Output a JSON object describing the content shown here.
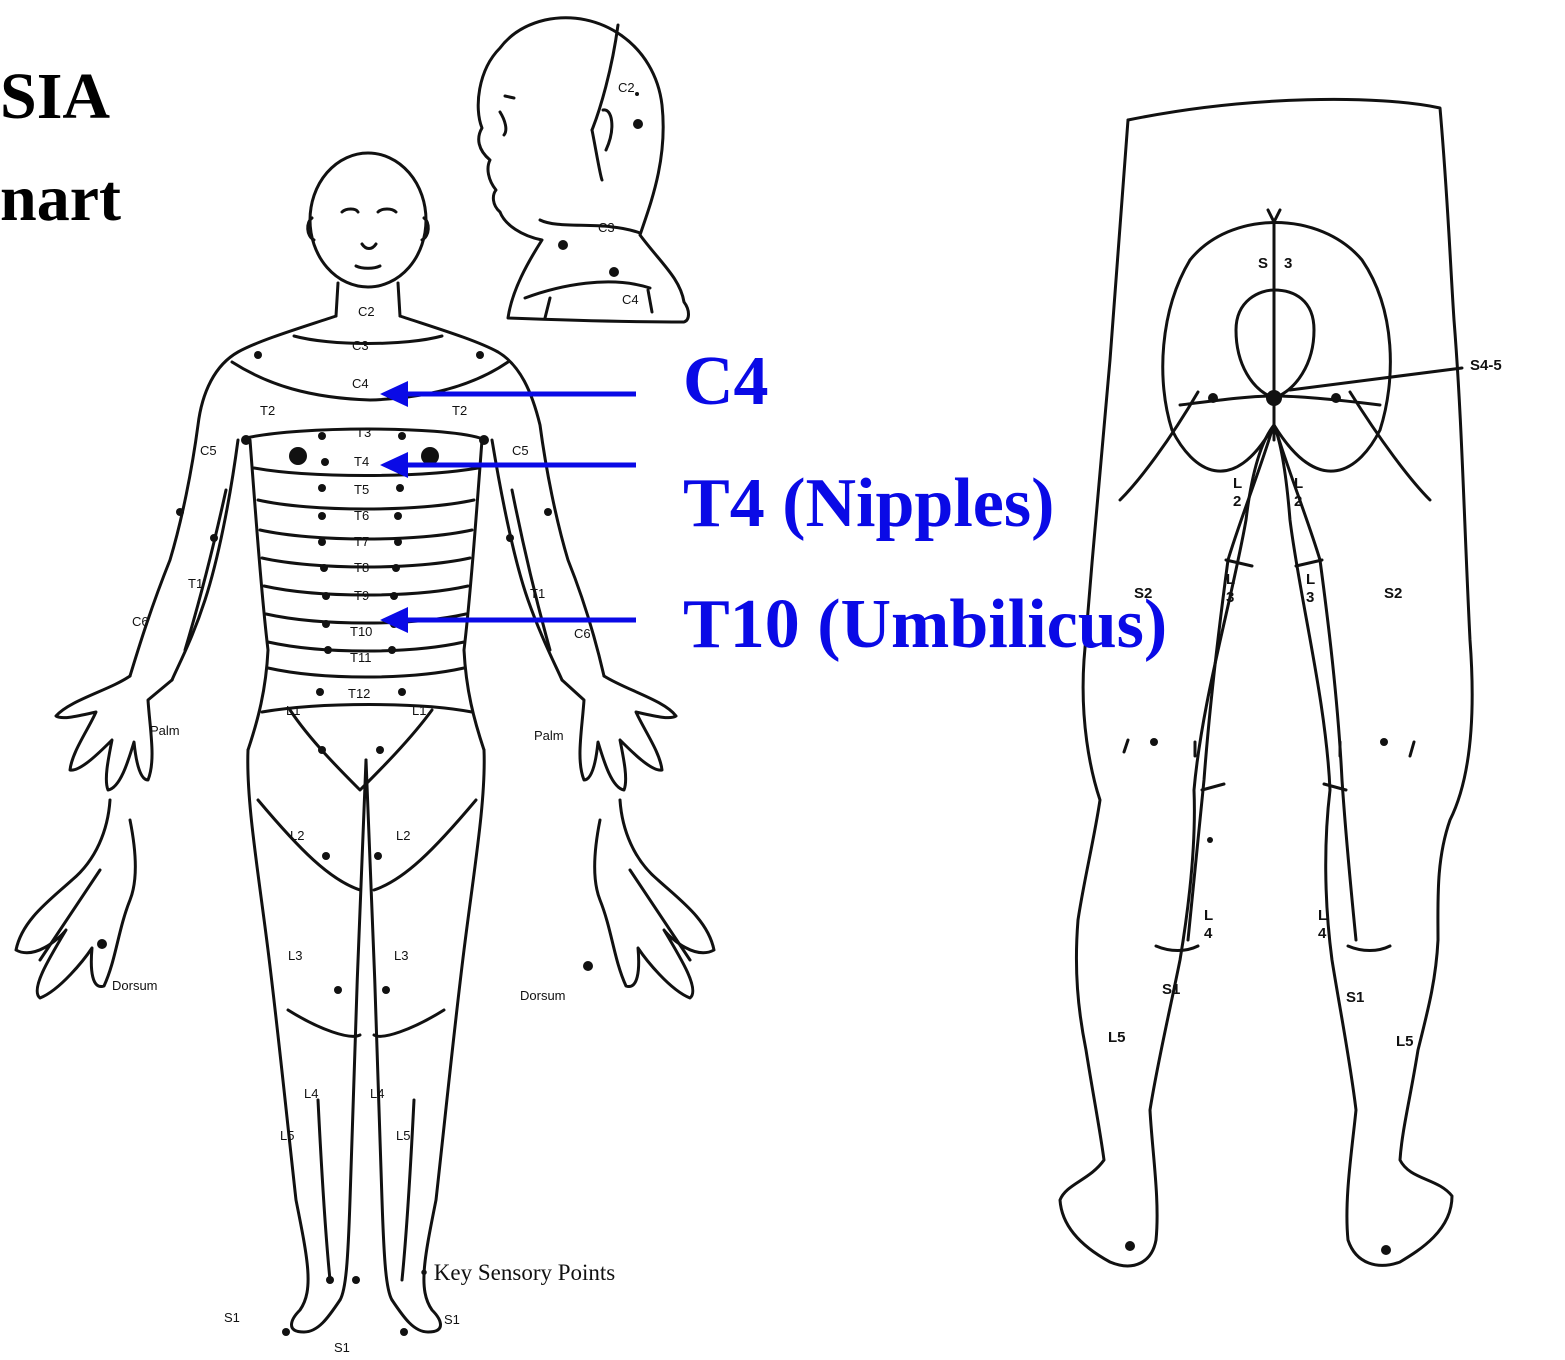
{
  "title": {
    "line1": "SIA",
    "line2": "nart"
  },
  "callouts": {
    "c4": "C4",
    "t4": "T4 (Nipples)",
    "t10": "T10 (Umbilicus)",
    "arrow_color": "#0a0ae6"
  },
  "front_body": {
    "neck_labels": {
      "c2": "C2",
      "c3": "C3",
      "c4": "C4"
    },
    "trunk_labels": [
      "T3",
      "T4",
      "T5",
      "T6",
      "T7",
      "T8",
      "T9",
      "T10",
      "T11",
      "T12"
    ],
    "upper_labels": {
      "t2_left": "T2",
      "t2_right": "T2",
      "c5_left": "C5",
      "c5_right": "C5"
    },
    "arm_labels": {
      "t1_left": "T1",
      "t1_right": "T1",
      "c6_left": "C6",
      "c6_right": "C6",
      "palm_left": "Palm",
      "palm_right": "Palm"
    },
    "hand_labels": {
      "dorsum_left": "Dorsum",
      "dorsum_right": "Dorsum"
    },
    "leg_labels": {
      "l1_left": "L1",
      "l1_right": "L1",
      "l2_left": "L2",
      "l2_right": "L2",
      "l3_left": "L3",
      "l3_right": "L3",
      "l4_left": "L4",
      "l4_right": "L4",
      "l5_left": "L5",
      "l5_right": "L5",
      "s1_left": "S1",
      "s1_right": "S1",
      "s1_center": "S1"
    },
    "legend": "• Key Sensory Points"
  },
  "head_profile": {
    "labels": {
      "c2": "C2",
      "c3": "C3",
      "c4": "C4"
    }
  },
  "back_legs": {
    "labels": {
      "s3_s": "S",
      "s3_3": "3",
      "s45": "S4-5",
      "s2_left": "S2",
      "s2_right": "S2",
      "l2_left": [
        "L",
        "2"
      ],
      "l2_right": [
        "L",
        "2"
      ],
      "l3_left": [
        "L",
        "3"
      ],
      "l3_right": [
        "L",
        "3"
      ],
      "l4_left": [
        "L",
        "4"
      ],
      "l4_right": [
        "L",
        "4"
      ],
      "s1_left": "S1",
      "s1_right": "S1",
      "l5_left": "L5",
      "l5_right": "L5"
    }
  }
}
